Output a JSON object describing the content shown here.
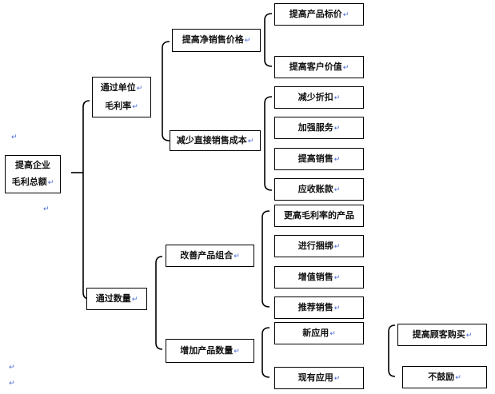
{
  "return_mark": "↵",
  "nodes": {
    "root": {
      "line1": "提高企业",
      "line2": "毛利总额"
    },
    "unit_margin": {
      "line1": "通过单位",
      "line2": "毛利率"
    },
    "volume": {
      "label": "通过数量"
    },
    "raise_net_price": {
      "label": "提高净销售价格"
    },
    "reduce_direct_cost": {
      "label": "减少直接销售成本"
    },
    "improve_mix": {
      "label": "改善产品组合"
    },
    "increase_quantity": {
      "label": "增加产品数量"
    },
    "raise_list_price": {
      "label": "提高产品标价"
    },
    "raise_customer_value": {
      "label": "提高客户价值"
    },
    "reduce_discount": {
      "label": "减少折扣"
    },
    "strengthen_service": {
      "label": "加强服务"
    },
    "raise_sales": {
      "label": "提高销售"
    },
    "receivables": {
      "label": "应收账款"
    },
    "higher_margin_products": {
      "label": "更高毛利率的产品"
    },
    "bundling": {
      "label": "进行捆绑"
    },
    "upselling": {
      "label": "增值销售"
    },
    "recommend_selling": {
      "label": "推荐销售"
    },
    "new_application": {
      "label": "新应用"
    },
    "existing_application": {
      "label": "现有应用"
    },
    "raise_customer_purchase": {
      "label": "提高顾客购买"
    },
    "no_encourage": {
      "label": "不鼓励"
    }
  }
}
